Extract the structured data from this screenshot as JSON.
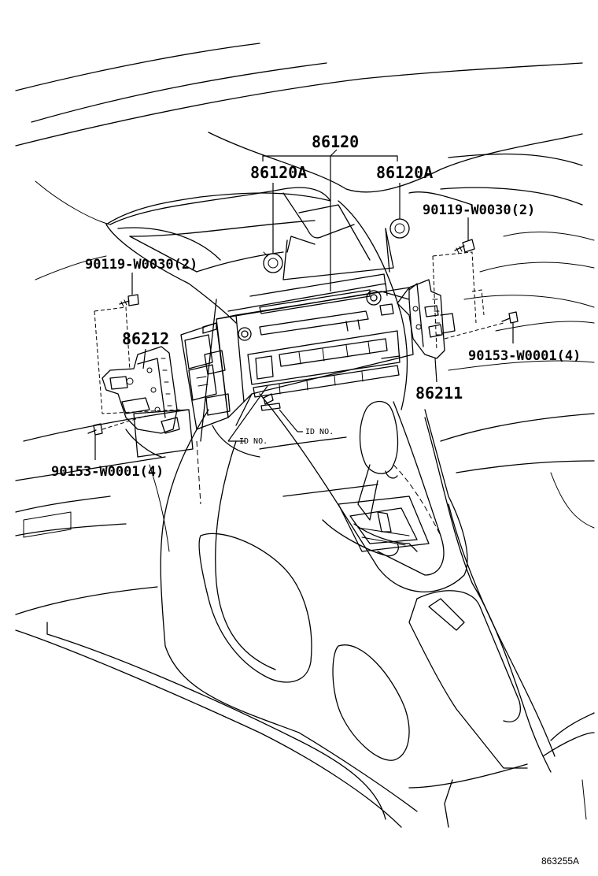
{
  "diagram": {
    "labels": {
      "assembly": "86120",
      "knob_left": "86120A",
      "knob_right": "86120A",
      "screw_right": "90119-W0030(2)",
      "screw_left": "90119-W0030(2)",
      "bracket_left": "86212",
      "bracket_right": "86211",
      "bolt_right": "90153-W0001(4)",
      "bolt_left": "90153-W0001(4)",
      "id_no_1": "ID NO.",
      "id_no_2": "ID NO."
    },
    "reference_code": "863255A"
  }
}
